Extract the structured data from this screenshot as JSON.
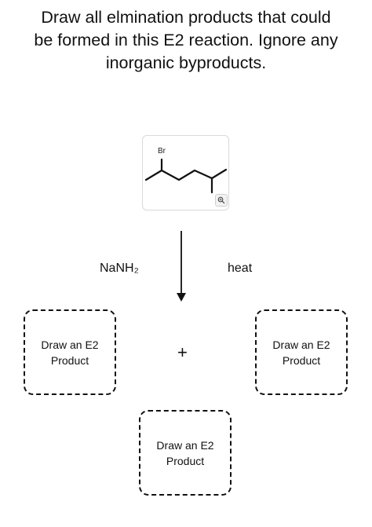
{
  "question": {
    "line1": "Draw all elmination products that could",
    "line2": "be formed in this E2 reaction. Ignore any",
    "line3": "inorganic byproducts."
  },
  "molecule": {
    "atom_label": "Br",
    "zoom_icon": "magnifier-icon"
  },
  "reaction": {
    "reagent_left": "NaNH₂",
    "reagent_right": "heat",
    "arrow_icon": "down-arrow-icon"
  },
  "products": {
    "left": {
      "line1": "Draw an E2",
      "line2": "Product"
    },
    "right": {
      "line1": "Draw an E2",
      "line2": "Product"
    },
    "bottom": {
      "line1": "Draw an E2",
      "line2": "Product"
    },
    "plus_sign": "+"
  },
  "colors": {
    "text": "#111111",
    "box_border": "#d9d9d9"
  }
}
